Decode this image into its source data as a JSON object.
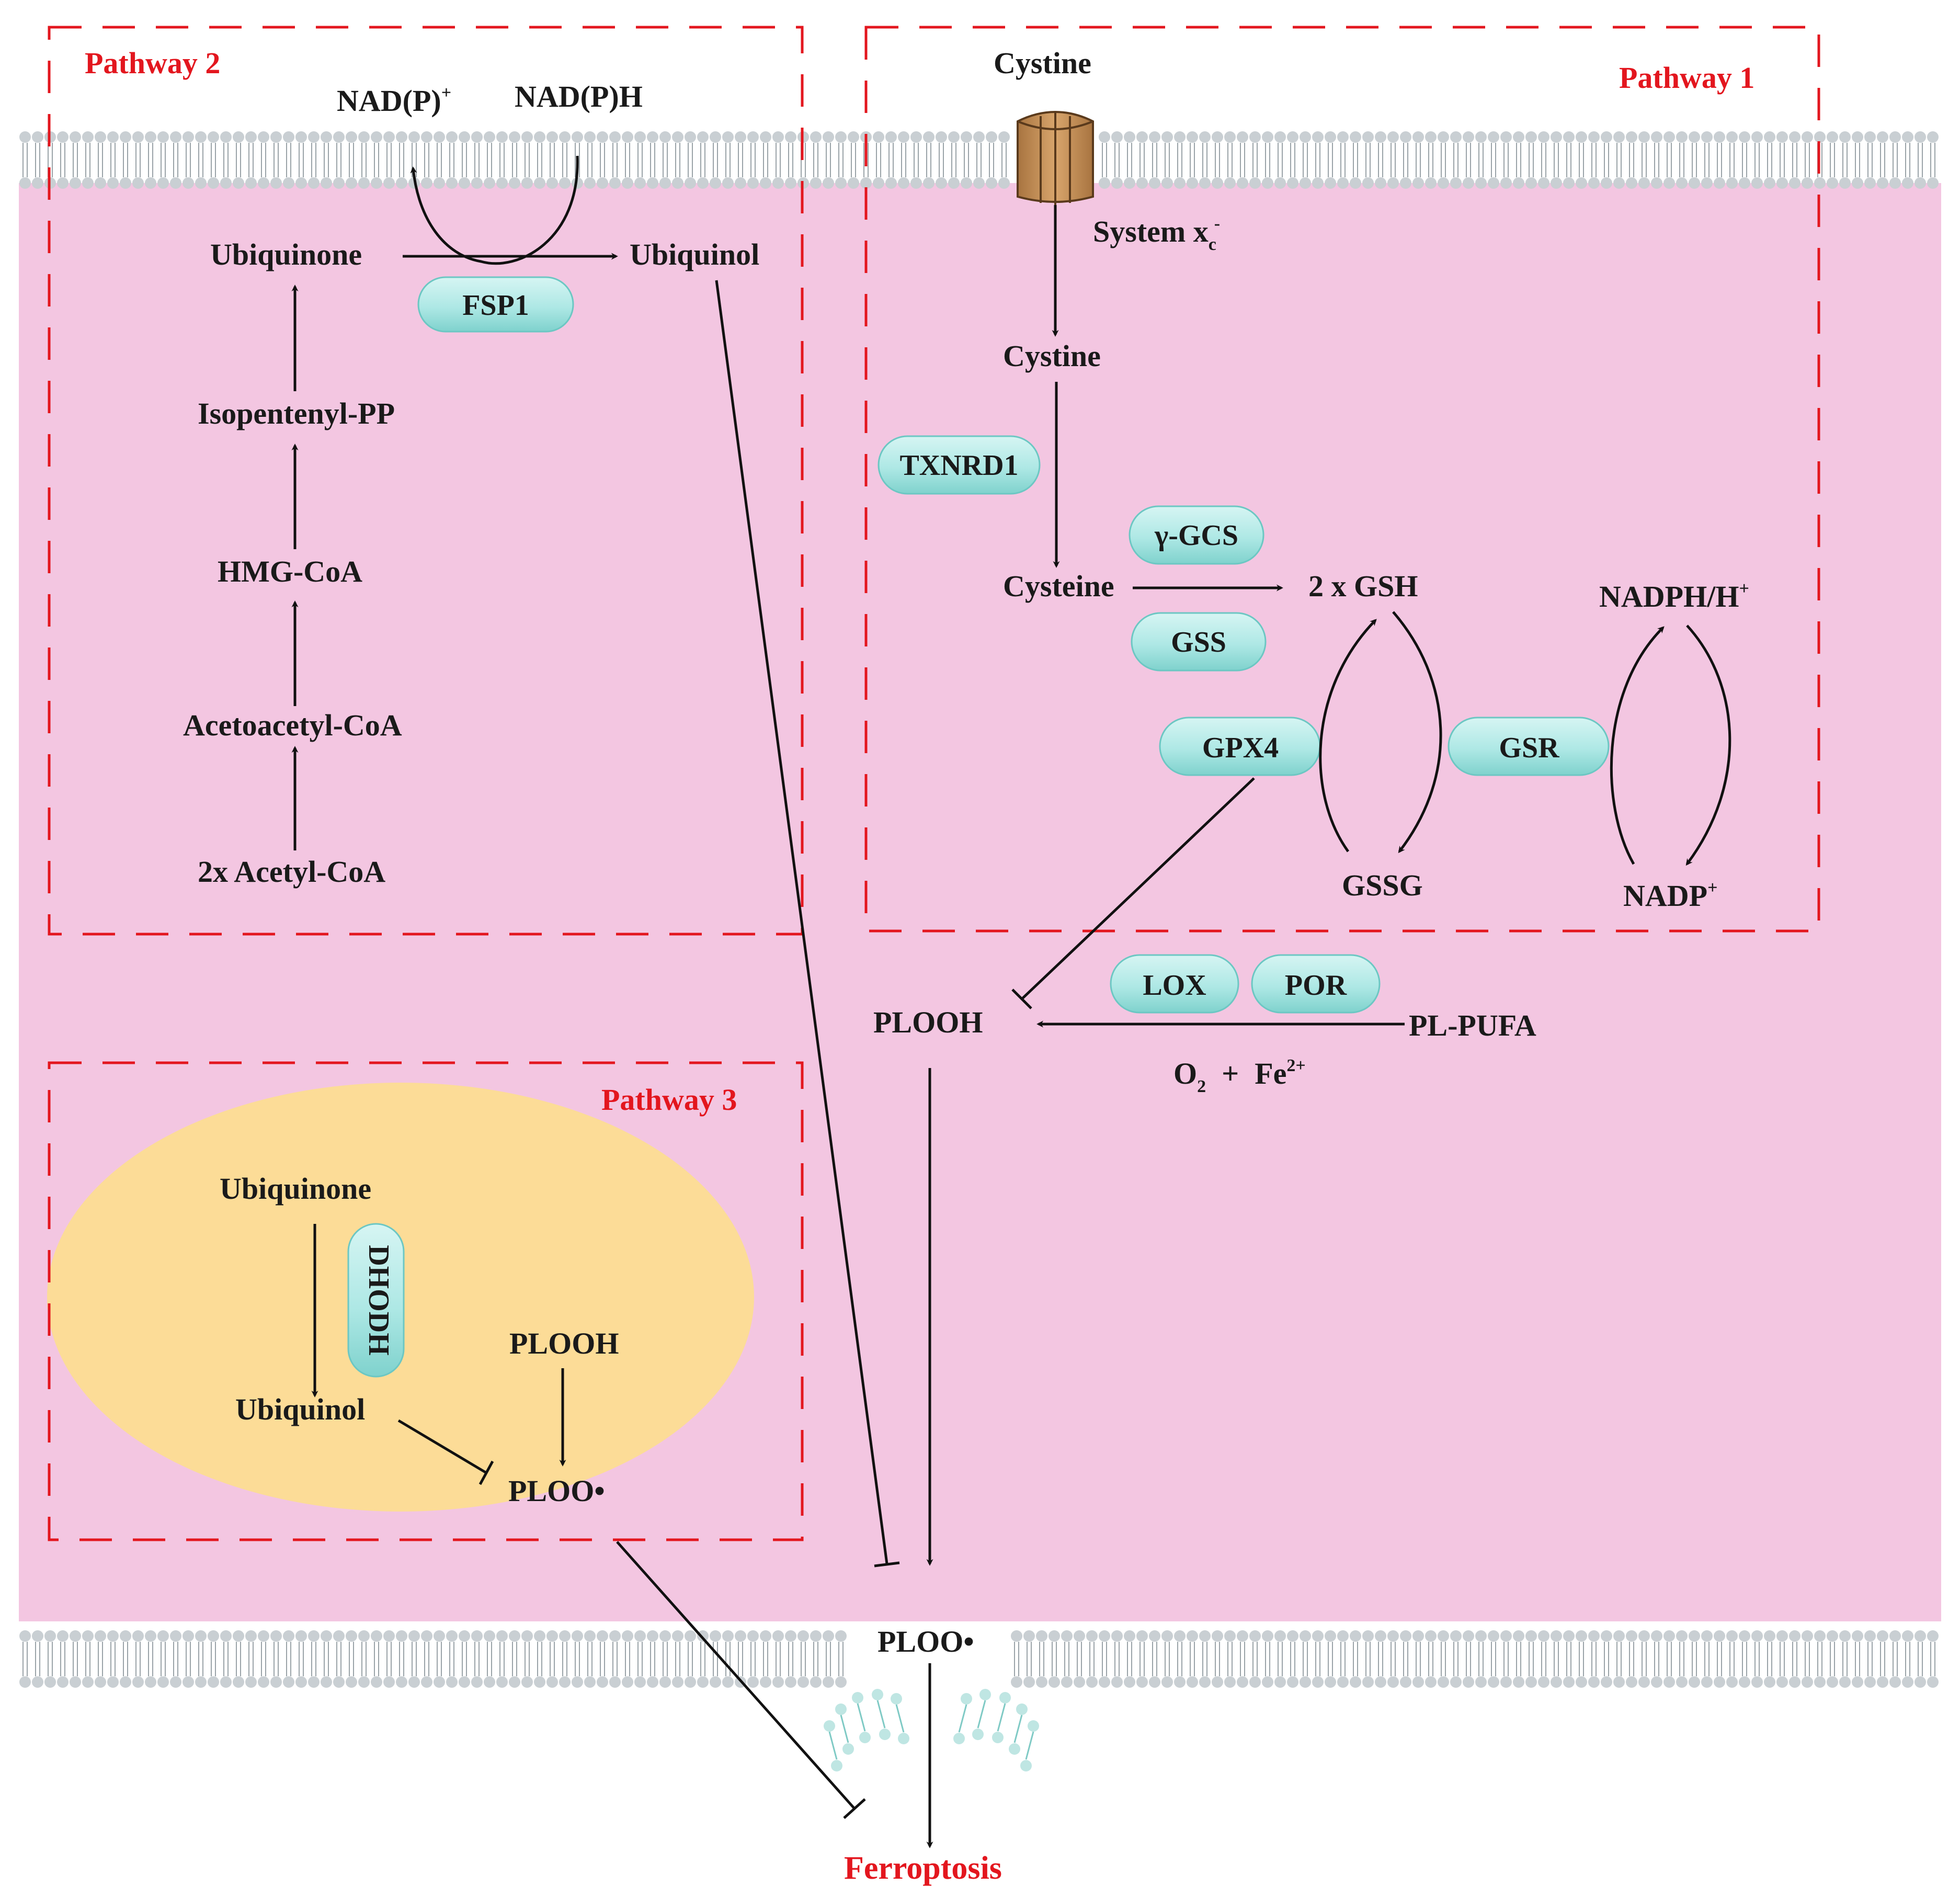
{
  "colors": {
    "cytoplasm": "#f3c6e1",
    "membrane_head": "#c9cfd3",
    "membrane_tail": "#9aa3a8",
    "mitochondrion": "#fcdc97",
    "enzyme_fill": "#aee8e5",
    "enzyme_edge": "#6cc7c3",
    "pathway_box": "#e3161e",
    "transporter": "#c8945a",
    "arrow": "#111111"
  },
  "pathways": {
    "p1": "Pathway 1",
    "p2": "Pathway 2",
    "p3": "Pathway 3"
  },
  "pathway2": {
    "nadp_plus": "NAD(P)",
    "nadp_plus_sup": "+",
    "nadph": "NAD(P)H",
    "ubiquinone": "Ubiquinone",
    "ubiquinol": "Ubiquinol",
    "fsp1": "FSP1",
    "isopentenyl": "Isopentenyl-PP",
    "hmgcoa": "HMG-CoA",
    "acetoacetyl": "Acetoacetyl-CoA",
    "acetyl": "2x Acetyl-CoA"
  },
  "pathway1": {
    "cystine_out": "Cystine",
    "system_xc": "System x",
    "system_xc_sub": "c",
    "system_xc_sup": "-",
    "cystine_in": "Cystine",
    "txnrd1": "TXNRD1",
    "ggcs": "γ-GCS",
    "cysteine": "Cysteine",
    "gss": "GSS",
    "gsh": "2 x GSH",
    "gpx4": "GPX4",
    "gssg": "GSSG",
    "gsr": "GSR",
    "nadph_h": "NADPH/H",
    "nadph_h_sup": "+",
    "nadp": "NADP",
    "nadp_sup": "+"
  },
  "peroxidation": {
    "plooh": "PLOOH",
    "lox": "LOX",
    "por": "POR",
    "pl_pufa": "PL-PUFA",
    "o2": "O",
    "o2_sub": "2",
    "plus": "+",
    "fe": "Fe",
    "fe_sup": "2+",
    "ploo_membrane": "PLOO•",
    "ferroptosis": "Ferroptosis"
  },
  "pathway3": {
    "ubiquinone": "Ubiquinone",
    "dhodh": "DHODH",
    "ubiquinol": "Ubiquinol",
    "plooh": "PLOOH",
    "ploo": "PLOO•"
  }
}
